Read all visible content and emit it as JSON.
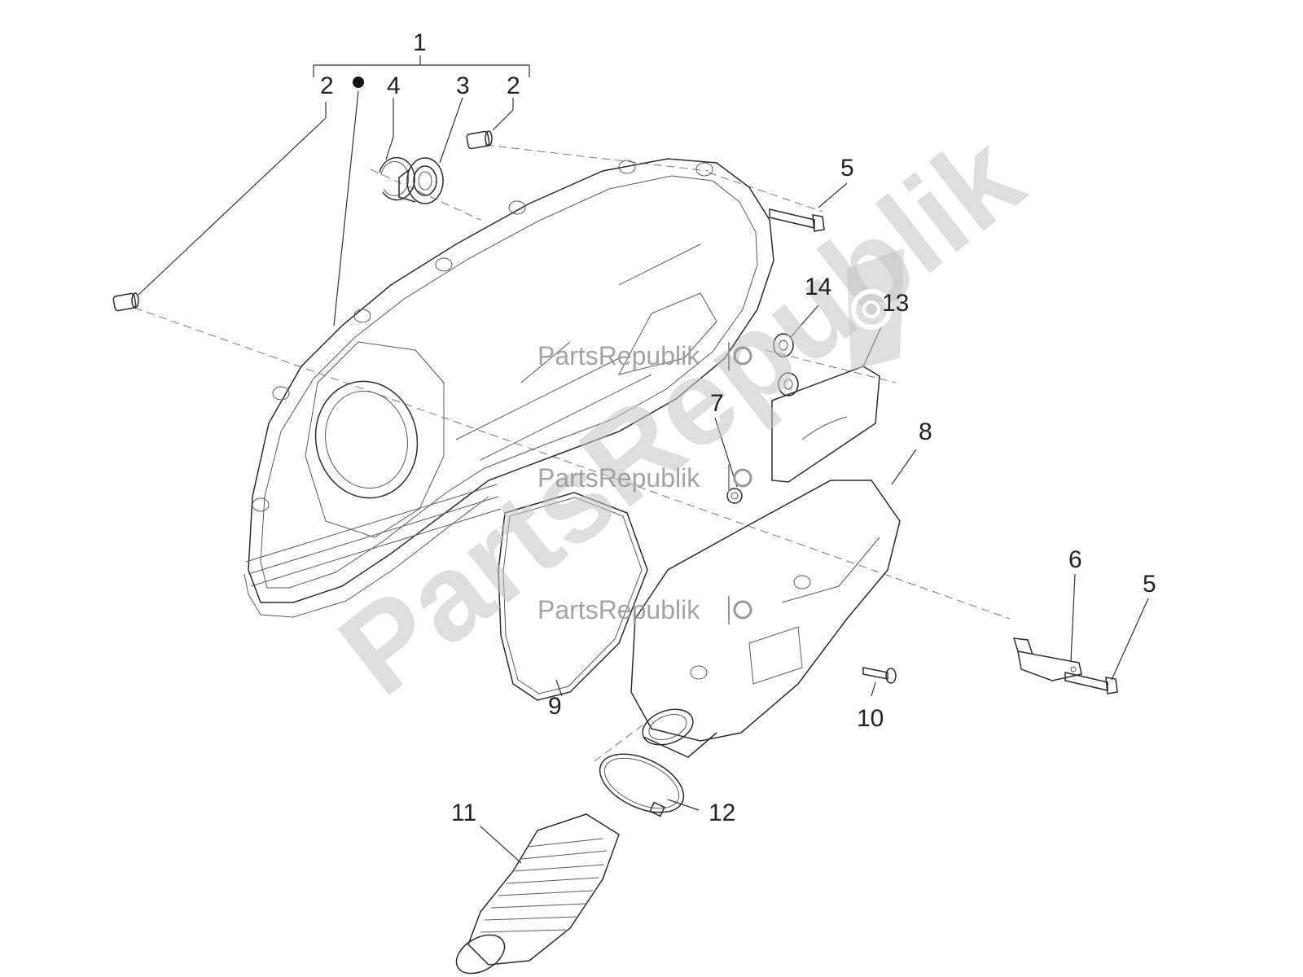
{
  "callouts": {
    "c1": "1",
    "c2a": "2",
    "c2b": "2",
    "c3": "3",
    "c4": "4",
    "c5a": "5",
    "c5b": "5",
    "c6": "6",
    "c7": "7",
    "c8": "8",
    "c9": "9",
    "c10": "10",
    "c11": "11",
    "c12": "12",
    "c13": "13",
    "c14": "14"
  },
  "watermark": {
    "small_1": "PartsRepublik",
    "small_2": "PartsRepublik",
    "small_3": "PartsRepublik",
    "large": "PartsRepublik"
  },
  "colors": {
    "lines": "#2b2b2b",
    "watermark": "#c4c4c4"
  },
  "icons": {
    "watermark_logo": "gear-icon"
  }
}
